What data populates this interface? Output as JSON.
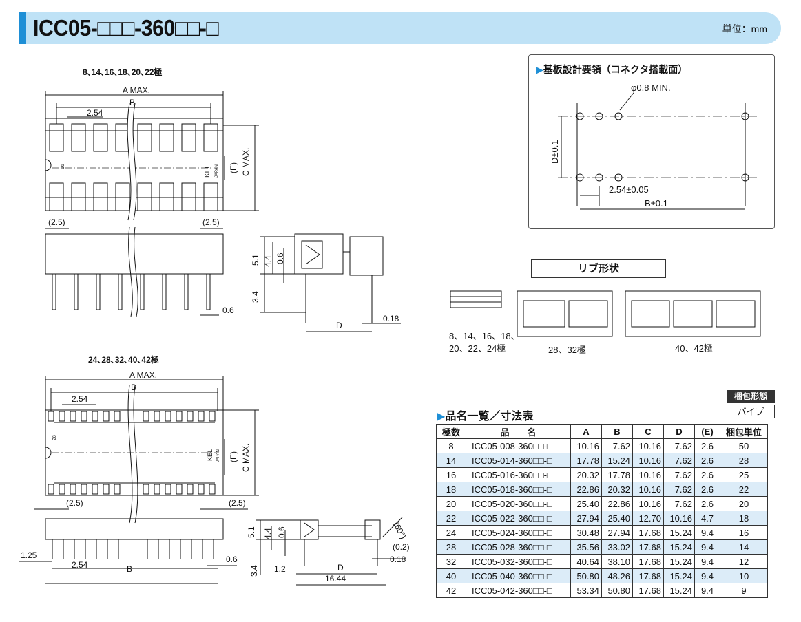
{
  "header": {
    "title": "ICC05-□□□-360□□-□",
    "unit": "単位：mm"
  },
  "top_drawing": {
    "poles": "8､14､16､18､20､22極",
    "a_max": "A MAX.",
    "b": "B",
    "pitch": "2.54",
    "c_max": "C MAX.",
    "e": "(E)",
    "edge_left": "(2.5)",
    "edge_right": "(2.5)",
    "mark16": "16",
    "kel": "KEL",
    "japan": "JAPAN",
    "side": {
      "h1": "5.1",
      "h2": "4.4",
      "h3": "0.6",
      "h4": "3.4",
      "pin": "0.6",
      "d": "D",
      "t": "0.18"
    }
  },
  "bottom_drawing": {
    "poles": "24､28､32､40､42極",
    "a_max": "A MAX.",
    "b": "B",
    "pitch": "2.54",
    "c_max": "C MAX.",
    "e": "(E)",
    "edge_left": "(2.5)",
    "edge_right": "(2.5)",
    "mark28": "28",
    "kel": "KEL",
    "japan": "JAPAN",
    "bottom": {
      "left": "1.25",
      "pitch": "2.54",
      "b": "B",
      "right": "0.6"
    },
    "side": {
      "h1": "5.1",
      "h2": "4.4",
      "h3": "0.6",
      "h4": "3.4",
      "off": "1.2",
      "d": "D",
      "len": "16.44",
      "ang": "(60°)",
      "gap": "(0.2)",
      "t": "0.18"
    }
  },
  "board": {
    "title": "基板設計要領（コネクタ搭載面）",
    "hole": "φ0.8 MIN.",
    "d": "D±0.1",
    "pitch": "2.54±0.05",
    "b": "B±0.1"
  },
  "rib": {
    "title": "リブ形状",
    "c1": "8、14、16、18、",
    "c1b": "20、22、24極",
    "c2": "28、32極",
    "c3": "40、42極"
  },
  "table": {
    "title": "品名一覧／寸法表",
    "pack_header": "梱包形態",
    "pack_value": "パイプ",
    "headers": [
      "極数",
      "品　　名",
      "A",
      "B",
      "C",
      "D",
      "(E)",
      "梱包単位"
    ],
    "rows": [
      [
        "8",
        "ICC05-008-360□□-□",
        "10.16",
        "7.62",
        "10.16",
        "7.62",
        "2.6",
        "50"
      ],
      [
        "14",
        "ICC05-014-360□□-□",
        "17.78",
        "15.24",
        "10.16",
        "7.62",
        "2.6",
        "28"
      ],
      [
        "16",
        "ICC05-016-360□□-□",
        "20.32",
        "17.78",
        "10.16",
        "7.62",
        "2.6",
        "25"
      ],
      [
        "18",
        "ICC05-018-360□□-□",
        "22.86",
        "20.32",
        "10.16",
        "7.62",
        "2.6",
        "22"
      ],
      [
        "20",
        "ICC05-020-360□□-□",
        "25.40",
        "22.86",
        "10.16",
        "7.62",
        "2.6",
        "20"
      ],
      [
        "22",
        "ICC05-022-360□□-□",
        "27.94",
        "25.40",
        "12.70",
        "10.16",
        "4.7",
        "18"
      ],
      [
        "24",
        "ICC05-024-360□□-□",
        "30.48",
        "27.94",
        "17.68",
        "15.24",
        "9.4",
        "16"
      ],
      [
        "28",
        "ICC05-028-360□□-□",
        "35.56",
        "33.02",
        "17.68",
        "15.24",
        "9.4",
        "14"
      ],
      [
        "32",
        "ICC05-032-360□□-□",
        "40.64",
        "38.10",
        "17.68",
        "15.24",
        "9.4",
        "12"
      ],
      [
        "40",
        "ICC05-040-360□□-□",
        "50.80",
        "48.26",
        "17.68",
        "15.24",
        "9.4",
        "10"
      ],
      [
        "42",
        "ICC05-042-360□□-□",
        "53.34",
        "50.80",
        "17.68",
        "15.24",
        "9.4",
        "9"
      ]
    ]
  }
}
